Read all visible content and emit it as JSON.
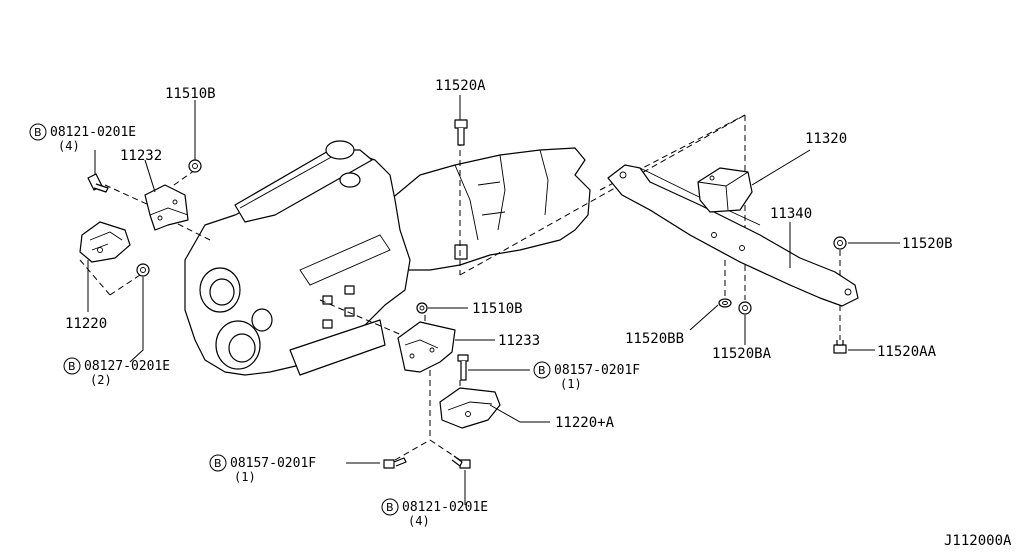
{
  "labels": {
    "p11510B_top": "11510B",
    "p11520A": "11520A",
    "p08121_top_code": "08121-0201E",
    "p08121_top_qty": "(4)",
    "p11232": "11232",
    "p11220": "11220",
    "p08127_code": "08127-0201E",
    "p08127_qty": "(2)",
    "p11320": "11320",
    "p11340": "11340",
    "p11520B": "11520B",
    "p11520BB": "11520BB",
    "p11520BA": "11520BA",
    "p11520AA": "11520AA",
    "p11510B_mid": "11510B",
    "p11233": "11233",
    "p08157_right_code": "08157-0201F",
    "p08157_right_qty": "(1)",
    "p11220A": "11220+A",
    "p08157_left_code": "08157-0201F",
    "p08157_left_qty": "(1)",
    "p08121_bottom_code": "08121-0201E",
    "p08121_bottom_qty": "(4)",
    "b_marker": "B",
    "diagram_id": "J112000A"
  }
}
